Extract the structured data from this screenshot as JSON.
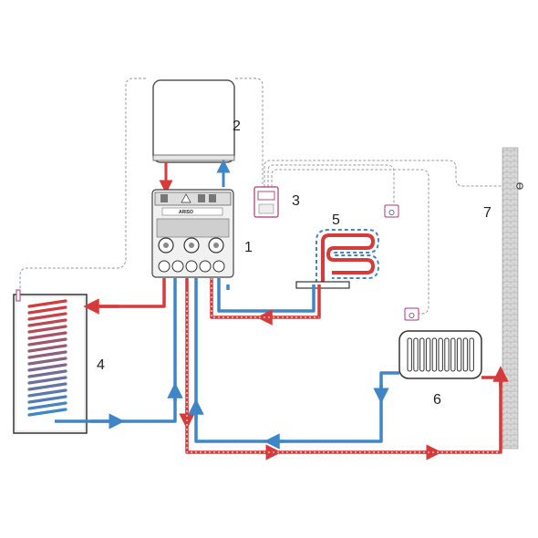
{
  "labels": {
    "unit": "1",
    "boiler": "2",
    "controller": "3",
    "floor": "5",
    "tank": "4",
    "radiator": "6",
    "wall": "7"
  },
  "manufacturer_mark": "ARISO",
  "colors": {
    "supply": "#d63a3a",
    "return": "#3f86c8",
    "control_wire": "#9a9a9a",
    "device_accent": "#b0357a",
    "wall_fill": "#d8d8d8"
  },
  "icons": [
    "boiler",
    "pump-group-module",
    "room-controller",
    "room-sensor",
    "underfloor-loop",
    "hot-water-tank",
    "radiator",
    "outdoor-sensor"
  ]
}
